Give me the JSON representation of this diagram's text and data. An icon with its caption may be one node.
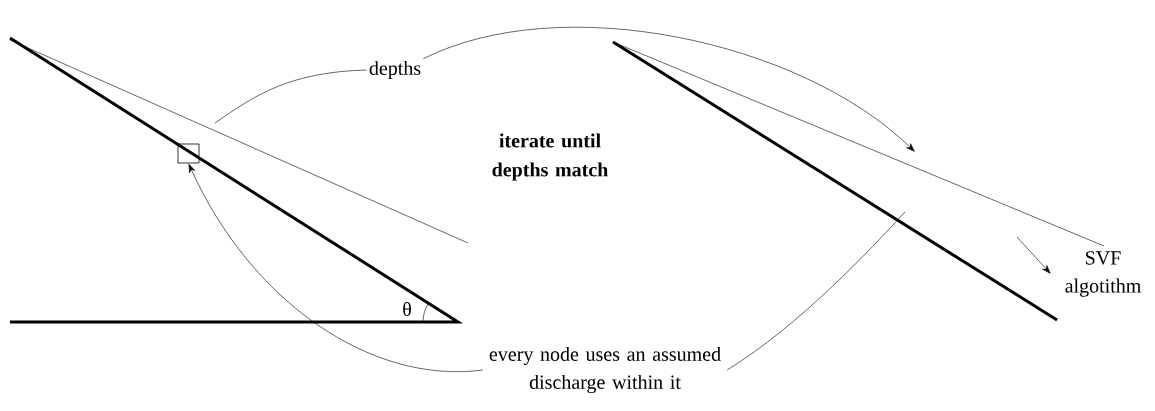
{
  "diagram": {
    "nodes": [
      {
        "text": [
          "depths"
        ]
      },
      {
        "text": [],
        "shape": "box"
      },
      {
        "text": [
          "every node uses an assumed discharge within it"
        ]
      },
      {
        "text": [
          "SVF algotithm"
        ]
      }
    ],
    "edges": [
      {
        "from": null,
        "to": 0,
        "arrow": "none"
      },
      {
        "from": 0,
        "to": null,
        "arrow": "to"
      },
      {
        "from": 2,
        "to": 1,
        "arrow": "to"
      },
      {
        "from": 2,
        "to": null,
        "arrow": "none"
      },
      {
        "from": null,
        "to": 3,
        "arrow": "to"
      }
    ],
    "labels": [
      "iterate until depths match",
      "θ"
    ]
  }
}
